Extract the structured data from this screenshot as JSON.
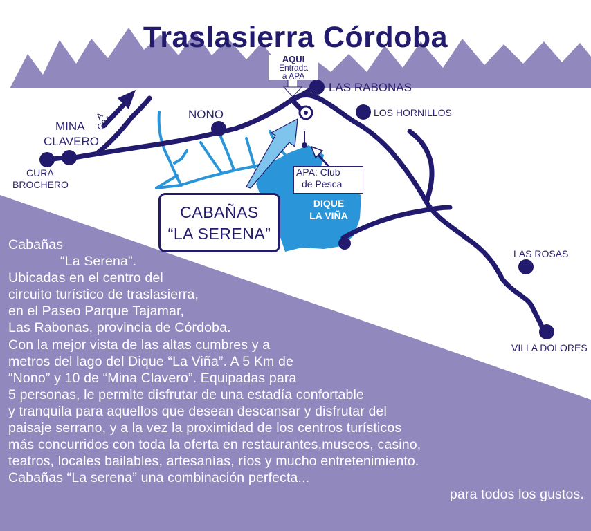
{
  "map": {
    "title": "Traslasierra Córdoba",
    "places": {
      "mina_clavero_1": "MINA",
      "mina_clavero_2": "CLAVERO",
      "cura_brochero_1": "CURA",
      "cura_brochero_2": "BROCHERO",
      "nono": "NONO",
      "las_rabonas": "LAS RABONAS",
      "los_hornillos": "LOS HORNILLOS",
      "las_rosas": "LAS ROSAS",
      "villa_dolores": "VILLA DOLORES"
    },
    "a_cba_1": "A",
    "a_cba_2": "CBA.",
    "aqui_top": "AQUI",
    "entrada_1": "Entrada",
    "entrada_2": "a APA",
    "aqui_arrow": "AQUI",
    "apa_1": "APA: Club",
    "apa_2": "de Pesca",
    "dique_1": "DIQUE",
    "dique_2": "LA VIÑA",
    "cabanas_1": "CABAÑAS",
    "cabanas_2": "“LA SERENA”",
    "colors": {
      "road": "#221b6d",
      "water": "#2a95d8",
      "mountains": "#9188bd",
      "panel": "#9188bd",
      "text_dark": "#221b6d"
    }
  },
  "description": {
    "lines": [
      "Cabañas",
      "“La Serena”.",
      "Ubicadas en el centro del",
      "circuito turístico de traslasierra,",
      "en el Paseo Parque Tajamar,",
      "Las Rabonas, provincia de Córdoba.",
      "Con la mejor vista de las altas cumbres y a",
      "metros del lago del Dique “La Viña”. A 5 Km de",
      "“Nono” y 10  de “Mina Clavero”. Equipadas para",
      "5 personas, le permite disfrutar de una estadía confortable",
      "y tranquila para aquellos que desean descansar y disfrutar del",
      "paisaje serrano, y a la vez la proximidad de los centros turísticos",
      "más concurridos con toda la oferta en restaurantes,museos, casino,",
      "teatros, locales bailables, artesanías, ríos y mucho entretenimiento.",
      "Cabañas “La serena” una combinación perfecta...",
      "para todos los gustos."
    ]
  }
}
